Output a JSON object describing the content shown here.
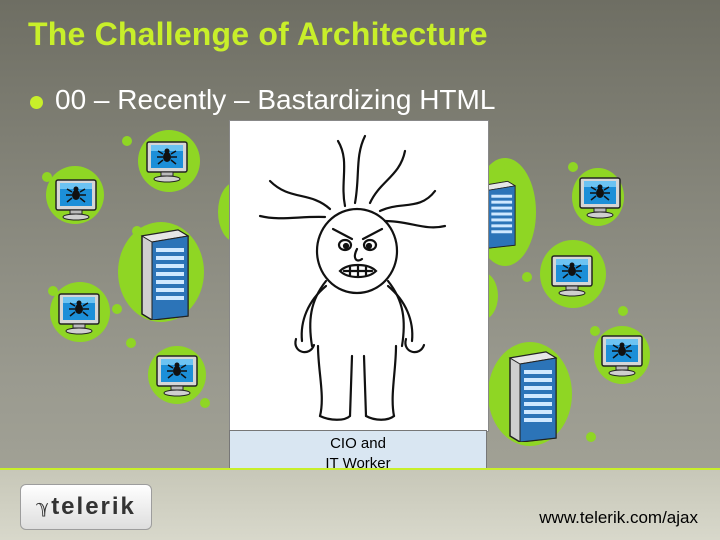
{
  "slide": {
    "title": "The Challenge of Architecture",
    "bullet": "00 – Recently – Bastardizing HTML",
    "caption_line1": "CIO and",
    "caption_line2": "IT Worker",
    "logo_text": "telerik",
    "logo_mark": "ℽ",
    "footer_url": "www.telerik.com/ajax"
  },
  "colors": {
    "title": "#c8ef2a",
    "accent_green": "#8fd624",
    "caption_bg": "#d9e6f2"
  },
  "icons": [
    "bug-monitor-icon",
    "server-rack-icon",
    "angry-person-cartoon"
  ]
}
